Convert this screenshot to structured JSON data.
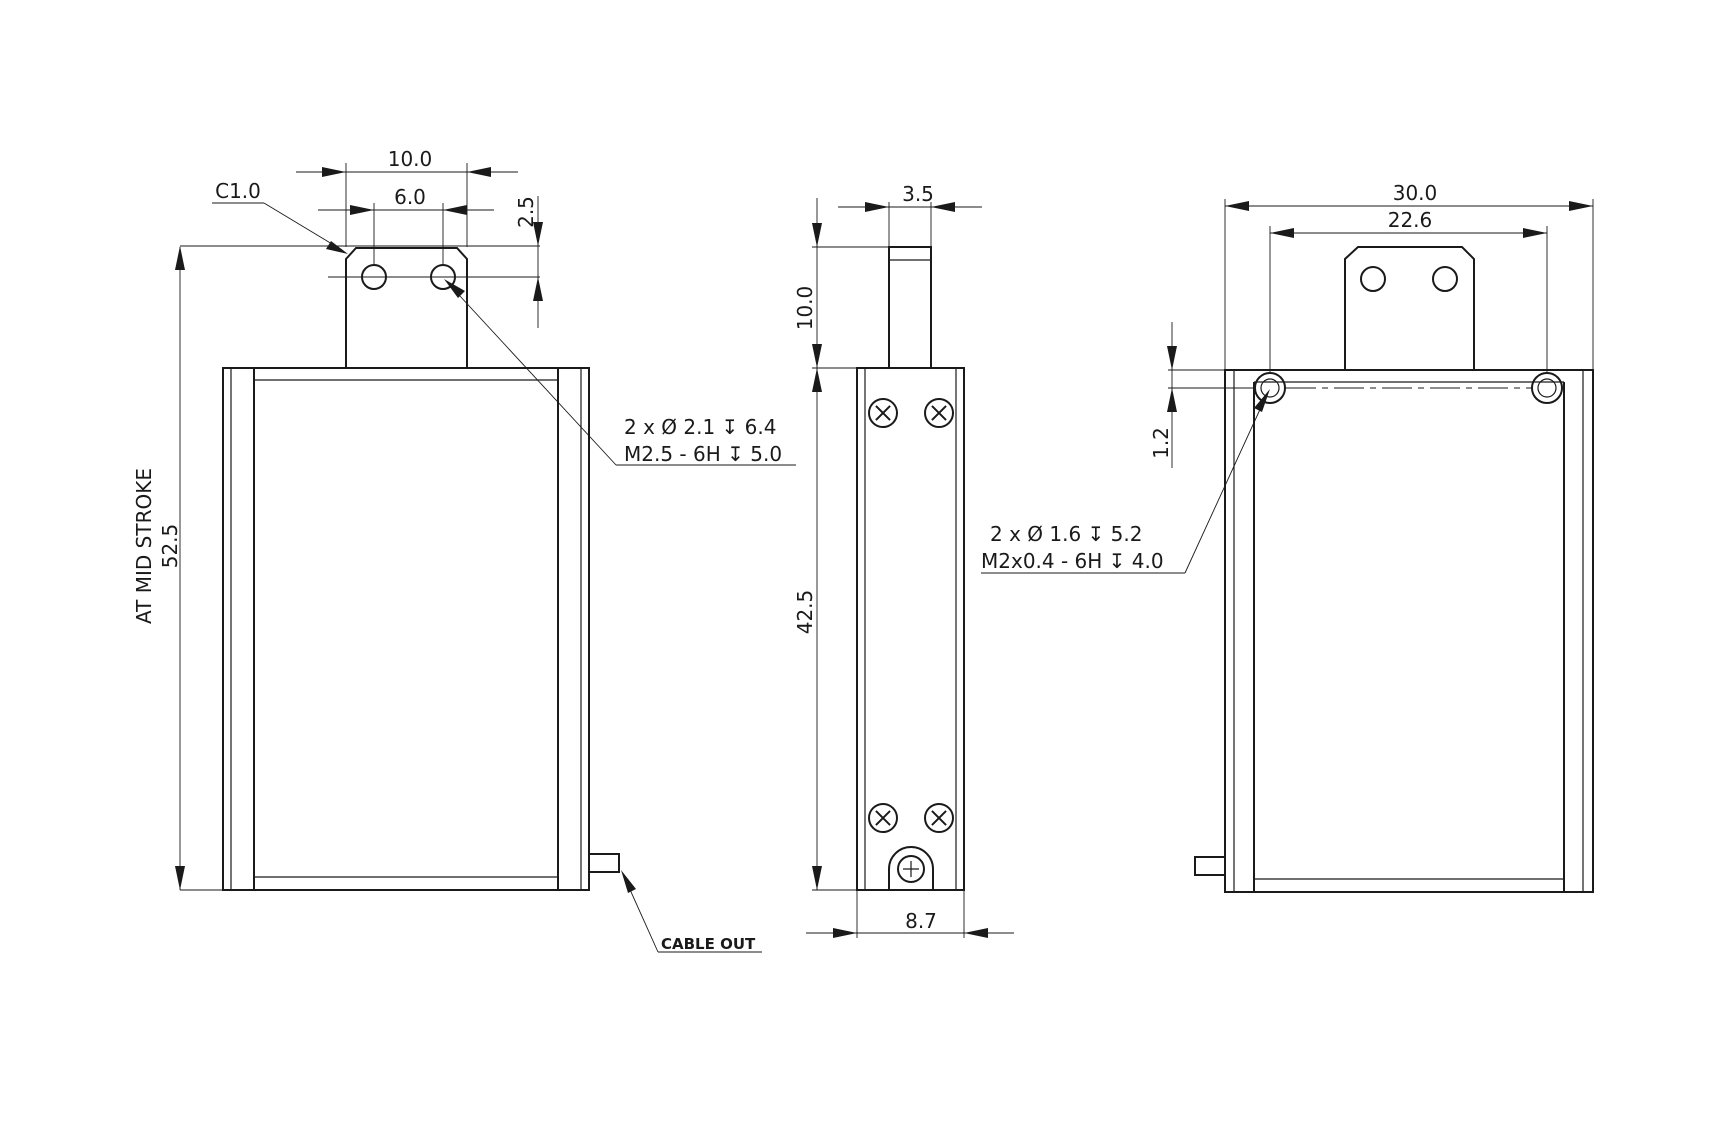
{
  "views": {
    "front": {
      "dims": {
        "tab_width": "10.0",
        "hole_spacing": "6.0",
        "hole_offset": "2.5",
        "overall_height": "52.5"
      },
      "chamfer": "C1.0",
      "height_note": "AT MID STROKE",
      "hole_note_line1": "2 x Ø 2.1 ↧ 6.4",
      "hole_note_line2": "M2.5 - 6H ↧ 5.0",
      "cable_label": "CABLE OUT"
    },
    "side": {
      "dims": {
        "tab_thickness": "3.5",
        "tab_height": "10.0",
        "body_height": "42.5",
        "body_width": "8.7"
      }
    },
    "back": {
      "dims": {
        "overall_width": "30.0",
        "hole_spacing": "22.6",
        "hole_offset": "1.2"
      },
      "hole_note_line1": "2 x Ø 1.6 ↧ 5.2",
      "hole_note_line2": "M2x0.4 - 6H ↧ 4.0"
    }
  }
}
